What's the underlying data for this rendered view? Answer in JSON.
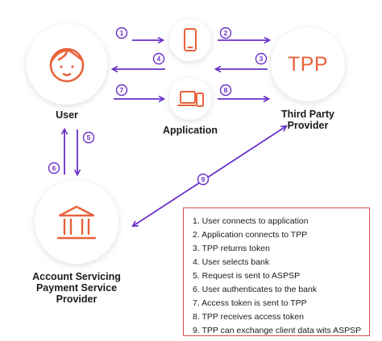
{
  "nodes": {
    "user": "User",
    "application": "Application",
    "tpp": "Third Party Provider",
    "tpp_logo": "TPP",
    "aspsp": "Account Servicing Payment Service Provider"
  },
  "steps": [
    "1",
    "2",
    "3",
    "4",
    "5",
    "6",
    "7",
    "8",
    "9"
  ],
  "legend": [
    "1. User connects to application",
    "2. Application connects to TPP",
    "3. TPP returns token",
    "4. User selects bank",
    "5. Request is sent to ASPSP",
    "6. User authenticates to the bank",
    "7. Access token is sent to TPP",
    "8. TPP receives access token",
    "9. TPP can exchange client data wits ASPSP"
  ],
  "colors": {
    "arrow": "#6a30c8",
    "accent": "#e8623a",
    "legend_border": "#d64a4a",
    "text": "#1a1a1a"
  },
  "icons": {
    "user": "user-face-icon",
    "mobile": "mobile-phone-icon",
    "devices": "devices-icon",
    "bank": "bank-icon"
  }
}
